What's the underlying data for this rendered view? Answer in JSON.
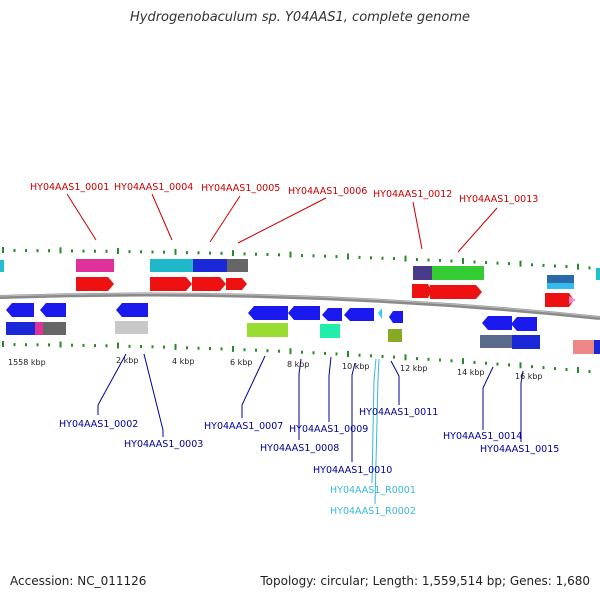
{
  "title": "Hydrogenobaculum sp. Y04AAS1, complete genome",
  "footer": {
    "accession": "Accession: NC_011126",
    "summary": "Topology: circular; Length: 1,559,514 bp; Genes: 1,680"
  },
  "colors": {
    "label_red": "#cc0000",
    "label_blue": "#000099",
    "label_cyan": "#3ab7e0",
    "backbone": "#8a8a8a"
  },
  "ticks": [
    "1558 kbp",
    "2 kbp",
    "4 kbp",
    "6 kbp",
    "8 kbp",
    "10 kbp",
    "12 kbp",
    "14 kbp",
    "16 kbp"
  ],
  "genes_top": [
    "HY04AAS1_0001",
    "HY04AAS1_0004",
    "HY04AAS1_0005",
    "HY04AAS1_0006",
    "HY04AAS1_0012",
    "HY04AAS1_0013"
  ],
  "genes_bottom": [
    "HY04AAS1_0002",
    "HY04AAS1_0003",
    "HY04AAS1_0007",
    "HY04AAS1_0008",
    "HY04AAS1_0009",
    "HY04AAS1_0010",
    "HY04AAS1_0011",
    "HY04AAS1_0014",
    "HY04AAS1_0015"
  ],
  "genes_rna": [
    "HY04AAS1_R0001",
    "HY04AAS1_R0002"
  ]
}
